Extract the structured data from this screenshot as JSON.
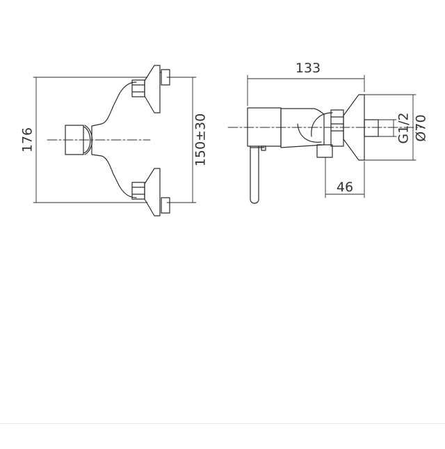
{
  "drawing": {
    "front_view": {
      "dims": {
        "overall_height": "176",
        "centers": "150±30"
      }
    },
    "side_view": {
      "dims": {
        "depth": "133",
        "body_to_wall": "46",
        "thread": "G1/2",
        "flange_diameter": "Ø70"
      }
    }
  }
}
